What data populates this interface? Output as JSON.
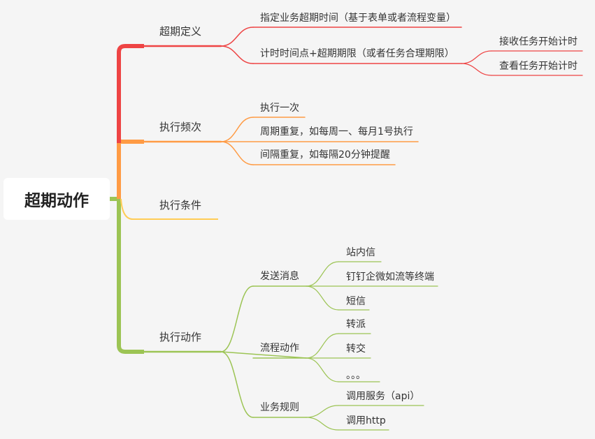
{
  "root": {
    "label": "超期动作"
  },
  "colors": {
    "red": "#ee4444",
    "orange": "#ff9b44",
    "yellow": "#ffcc55",
    "green": "#9cc454",
    "background": "#f5f5f5",
    "text": "#333333"
  },
  "branches": [
    {
      "label": "超期定义",
      "color": "red",
      "children": [
        {
          "label": "指定业务超期时间（基于表单或者流程变量）"
        },
        {
          "label": "计时时间点+超期期限（或者任务合理期限）",
          "children": [
            {
              "label": "接收任务开始计时"
            },
            {
              "label": "查看任务开始计时"
            }
          ]
        }
      ]
    },
    {
      "label": "执行频次",
      "color": "orange",
      "children": [
        {
          "label": "执行一次"
        },
        {
          "label": "周期重复，如每周一、每月1号执行"
        },
        {
          "label": "间隔重复，如每隔20分钟提醒"
        }
      ]
    },
    {
      "label": "执行条件",
      "color": "yellow",
      "children": []
    },
    {
      "label": "执行动作",
      "color": "green",
      "children": [
        {
          "label": "发送消息",
          "children": [
            {
              "label": "站内信"
            },
            {
              "label": "钉钉企微如流等终端"
            },
            {
              "label": "短信"
            }
          ]
        },
        {
          "label": "流程动作",
          "children": [
            {
              "label": "转派"
            },
            {
              "label": "转交"
            },
            {
              "label": "。。。"
            }
          ]
        },
        {
          "label": "业务规则",
          "children": [
            {
              "label": "调用服务（api）"
            },
            {
              "label": "调用http"
            }
          ]
        }
      ]
    }
  ]
}
